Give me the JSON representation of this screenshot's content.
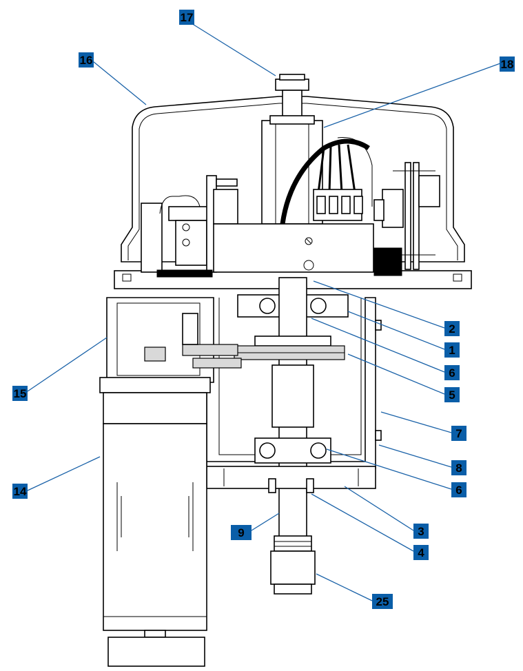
{
  "colors": {
    "callout_fill": "#0a5ea8",
    "leader_line": "#1a62a8",
    "outline": "#000000"
  },
  "callouts": [
    {
      "id": "c17",
      "label": "17"
    },
    {
      "id": "c16",
      "label": "16"
    },
    {
      "id": "c18",
      "label": "18"
    },
    {
      "id": "c2",
      "label": "2"
    },
    {
      "id": "c1",
      "label": "1"
    },
    {
      "id": "c6a",
      "label": "6"
    },
    {
      "id": "c5",
      "label": "5"
    },
    {
      "id": "c15",
      "label": "15"
    },
    {
      "id": "c7",
      "label": "7"
    },
    {
      "id": "c8",
      "label": "8"
    },
    {
      "id": "c6b",
      "label": "6"
    },
    {
      "id": "c14",
      "label": "14"
    },
    {
      "id": "c3",
      "label": "3"
    },
    {
      "id": "c9",
      "label": "9"
    },
    {
      "id": "c4",
      "label": "4"
    },
    {
      "id": "c25",
      "label": "25"
    }
  ]
}
